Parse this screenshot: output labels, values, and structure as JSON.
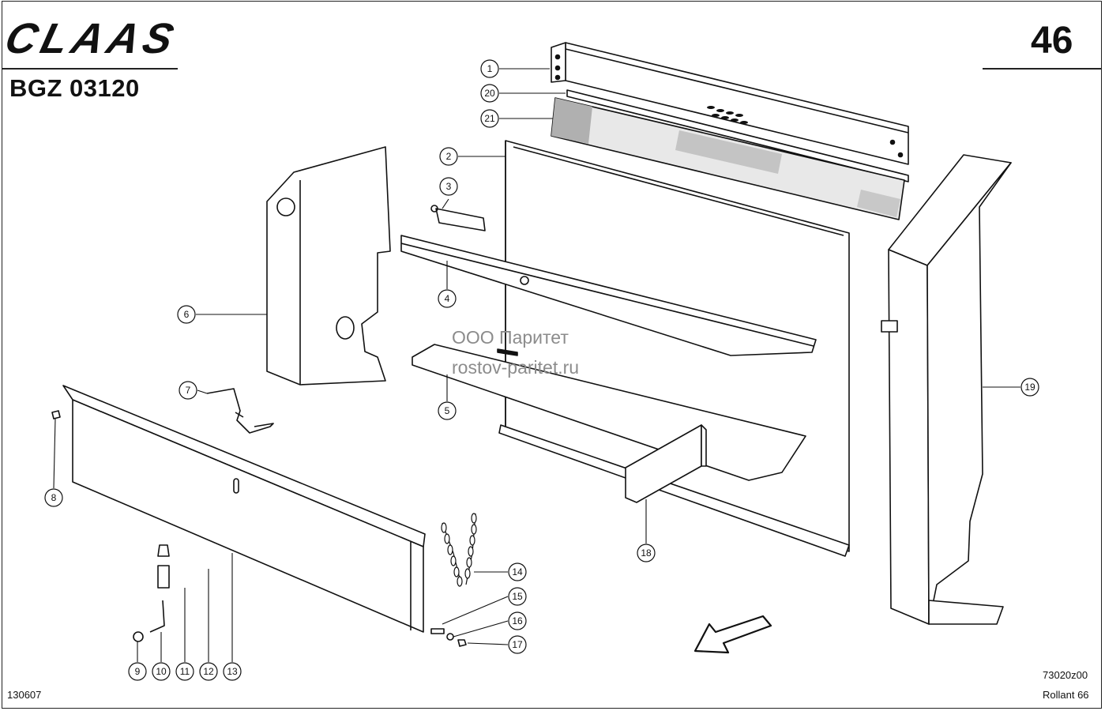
{
  "header": {
    "brand": "CLAAS",
    "doc_code": "BGZ 03120",
    "page_number": "46"
  },
  "watermark": {
    "line1": "ООО Паритет",
    "line2": "rostov-paritet.ru"
  },
  "footer": {
    "left_code": "130607",
    "drawing_no": "73020z00",
    "model": "Rollant 66"
  },
  "callouts": [
    "1",
    "2",
    "3",
    "4",
    "5",
    "6",
    "7",
    "8",
    "9",
    "10",
    "11",
    "12",
    "13",
    "14",
    "15",
    "16",
    "17",
    "18",
    "19",
    "20",
    "21"
  ]
}
